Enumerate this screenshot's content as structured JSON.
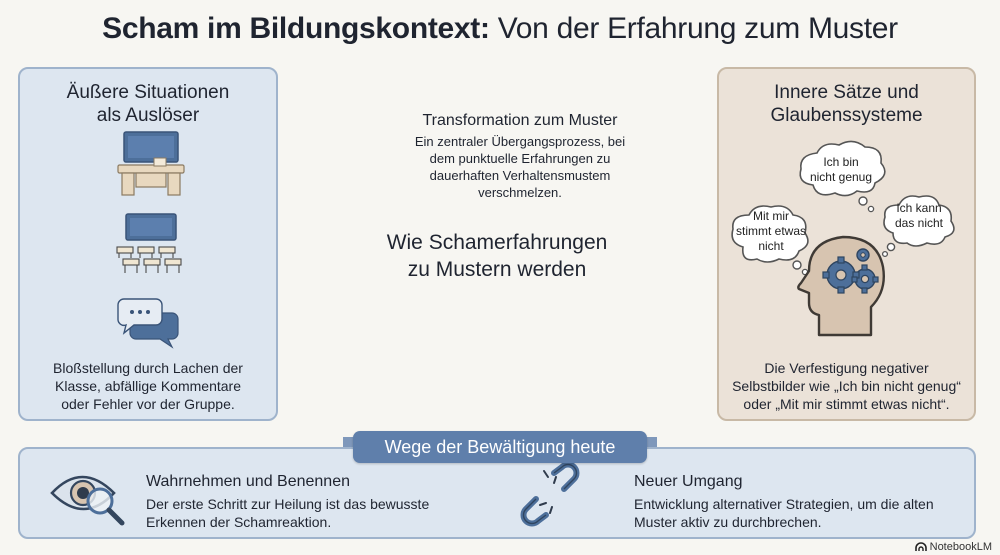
{
  "title": {
    "bold": "Scham im Bildungskontext:",
    "rest": " Von der Erfahrung zum Muster"
  },
  "left_panel": {
    "title_line1": "Äußere Situationen",
    "title_line2": "als Auslöser",
    "caption_line1": "Bloßstellung durch Lachen der",
    "caption_line2": "Klasse, abfällige Kommentare",
    "caption_line3": "oder Fehler vor der Gruppe.",
    "icons": [
      "teacher-desk-icon",
      "classroom-icon",
      "speech-bubbles-icon"
    ]
  },
  "center": {
    "transform_title": "Transformation zum Muster",
    "transform_line1": "Ein zentraler Übergangsprozess, bei",
    "transform_line2": "dem punktuelle Erfahrungen zu",
    "transform_line3": "dauerhaften Verhaltensmustem",
    "transform_line4": "verschmelzen.",
    "main_line1": "Wie Schamerfahrungen",
    "main_line2": "zu Mustern werden"
  },
  "right_panel": {
    "title_line1": "Innere Sätze und",
    "title_line2": "Glaubenssysteme",
    "thought1_line1": "Ich bin",
    "thought1_line2": "nicht genug",
    "thought2_line1": "Mit mir",
    "thought2_line2": "stimmt etwas",
    "thought2_line3": "nicht",
    "thought3_line1": "Ich kann",
    "thought3_line2": "das nicht",
    "caption_line1": "Die Verfestigung negativer",
    "caption_line2": "Selbstbilder wie „Ich bin nicht genug“",
    "caption_line3": "oder „Mit mir stimmt etwas nicht“.",
    "icons": [
      "head-gears-icon"
    ]
  },
  "bottom": {
    "banner": "Wege der Bewältigung heute",
    "item1_title": "Wahrnehmen und Benennen",
    "item1_line1": "Der erste Schritt zur Heilung ist das bewusste",
    "item1_line2": "Erkennen der Schamreaktion.",
    "item2_title": "Neuer Umgang",
    "item2_line1": "Entwicklung alternativer Strategien, um die alten",
    "item2_line2": "Muster aktiv zu durchbrechen.",
    "icons": [
      "eye-magnifier-icon",
      "broken-chain-icon"
    ]
  },
  "footer": {
    "brand": "NotebookLM"
  },
  "colors": {
    "left_panel_bg": "#dde6f0",
    "right_panel_bg": "#ebe2d8",
    "banner": "#5f7fab",
    "accent_blue": "#4d6f9a"
  }
}
